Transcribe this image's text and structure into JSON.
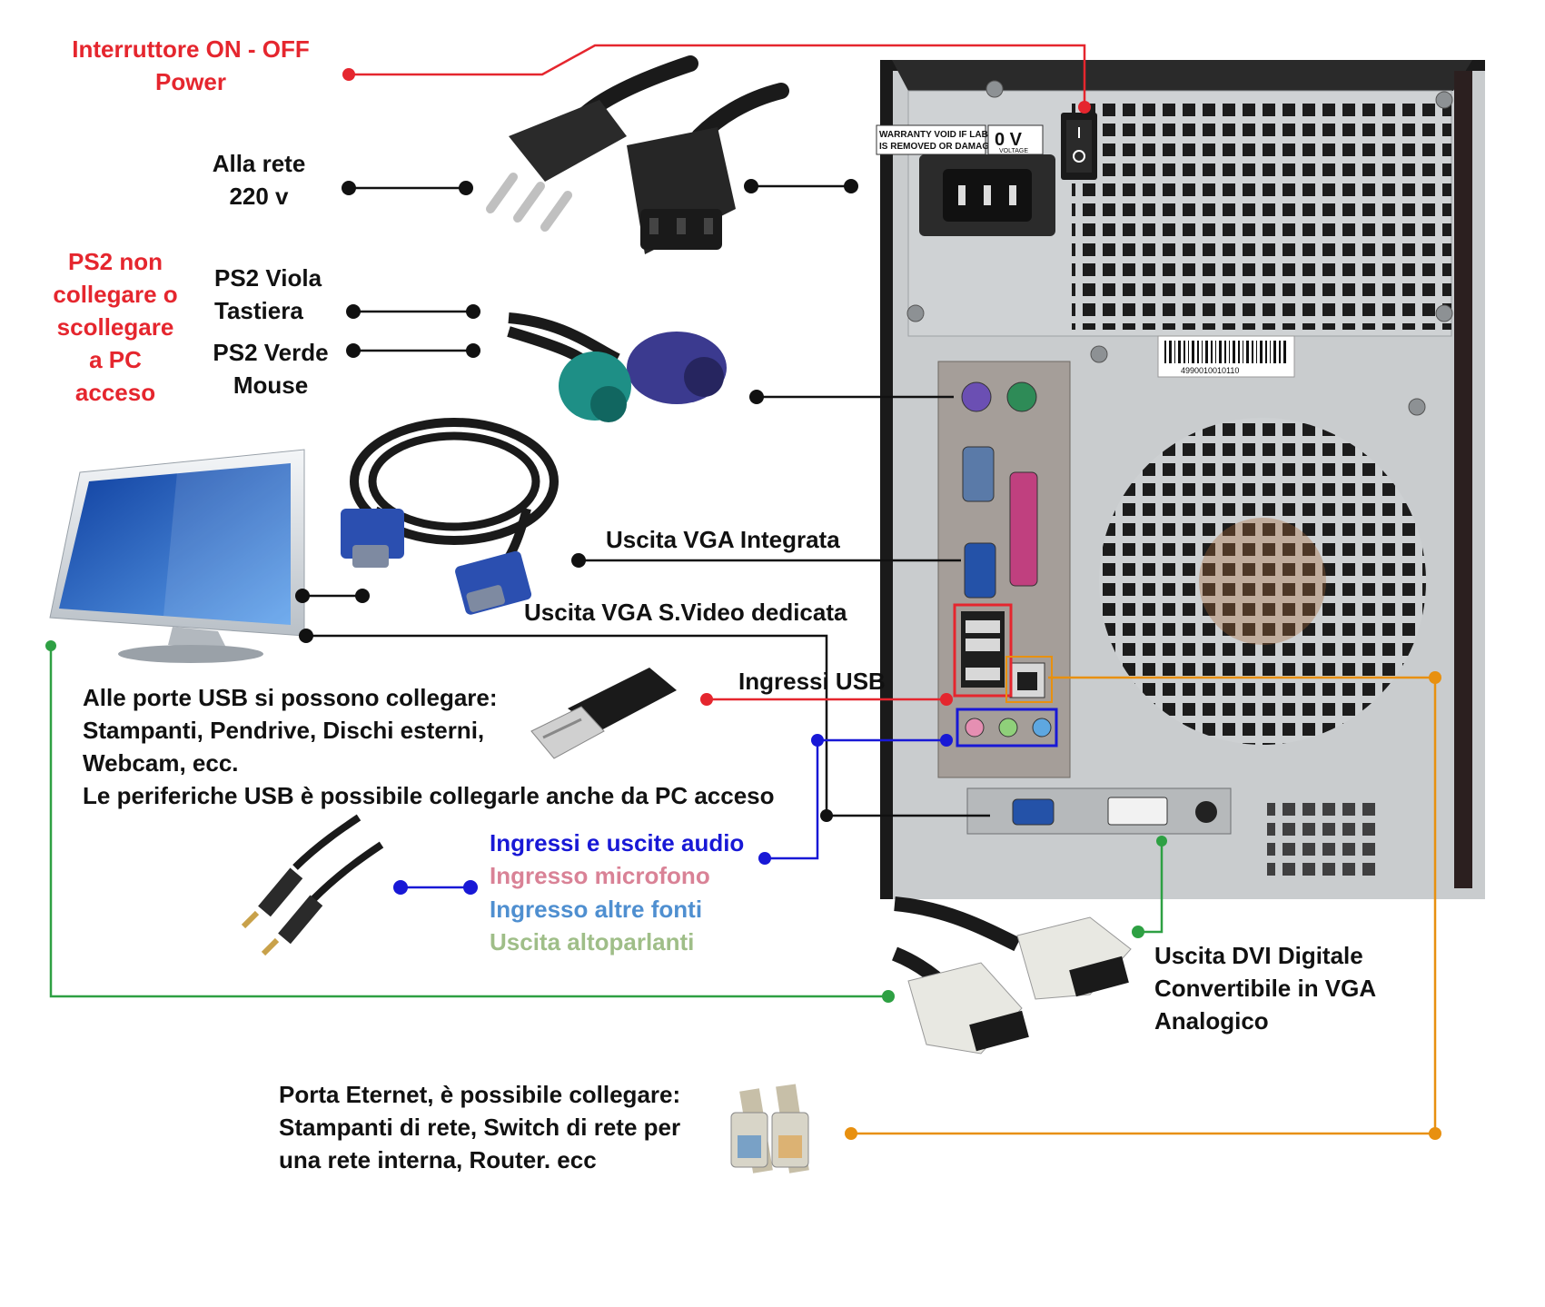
{
  "labels": {
    "power_switch": "Interruttore ON - OFF\nPower",
    "mains": "Alla rete\n220 v",
    "ps2_warning": "PS2 non\ncollegare o\nscollegare\na PC\nacceso",
    "ps2_purple": "PS2 Viola\nTastiera",
    "ps2_green": "PS2 Verde\nMouse",
    "vga_integrated": "Uscita VGA Integrata",
    "vga_dedicated": "Uscita VGA S.Video dedicata",
    "usb_inputs": "Ingressi USB",
    "usb_description": "Alle porte USB si possono collegare:\nStampanti, Pendrive, Dischi esterni,\nWebcam, ecc.\nLe periferiche USB è possibile collegarle anche da PC acceso",
    "audio_title": "Ingressi e uscite audio",
    "audio_mic": "Ingresso microfono",
    "audio_line_in": "Ingresso altre fonti",
    "audio_speakers": "Uscita altoparlanti",
    "dvi": "Uscita DVI Digitale\nConvertibile in VGA\nAnalogico",
    "ethernet": "Porta Eternet, è possibile collegare:\nStampanti di rete, Switch di rete per\nuna rete interna, Router. ecc"
  },
  "case_text": {
    "warranty": "WARRANTY VOID IF LABEL\nIS REMOVED OR DAMAGED",
    "voltage": "0 V",
    "voltage_small": "VOLTAGE",
    "barcode": "4990010010110"
  },
  "colors": {
    "power": "#e5262e",
    "usb": "#e5262e",
    "audio": "#1818d6",
    "monitor": "#2ea043",
    "ethernet": "#e8900f",
    "default": "#111111"
  }
}
